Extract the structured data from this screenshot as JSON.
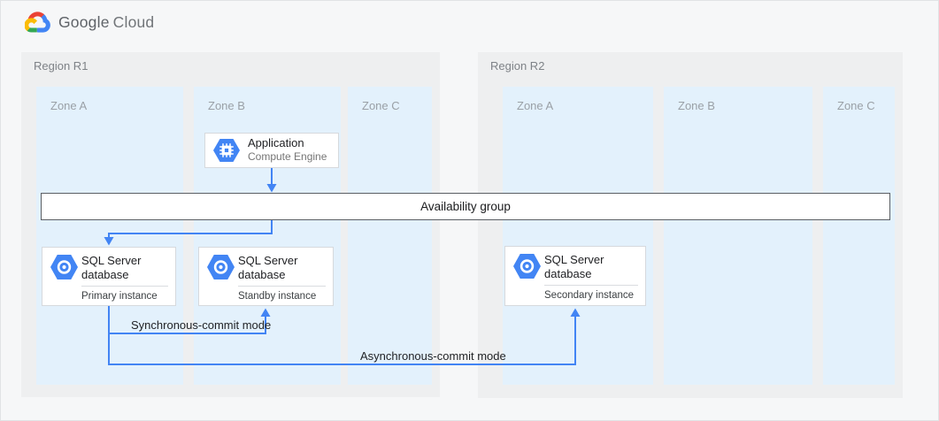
{
  "header": {
    "logo": {
      "google": "Google",
      "cloud": "Cloud"
    }
  },
  "regions": [
    {
      "label": "Region R1",
      "zones": [
        {
          "label": "Zone A"
        },
        {
          "label": "Zone B"
        },
        {
          "label": "Zone C"
        }
      ]
    },
    {
      "label": "Region R2",
      "zones": [
        {
          "label": "Zone A"
        },
        {
          "label": "Zone B"
        },
        {
          "label": "Zone C"
        }
      ]
    }
  ],
  "availability_group": {
    "label": "Availability group"
  },
  "cards": {
    "application": {
      "title": "Application",
      "subtitle": "Compute Engine",
      "icon": "compute-engine-icon"
    },
    "primary": {
      "title": "SQL Server database",
      "subtitle": "Primary instance",
      "icon": "sql-server-database-icon"
    },
    "standby": {
      "title": "SQL Server database",
      "subtitle": "Standby instance",
      "icon": "sql-server-database-icon"
    },
    "secondary": {
      "title": "SQL Server database",
      "subtitle": "Secondary instance",
      "icon": "sql-server-database-icon"
    }
  },
  "connections": {
    "sync": {
      "label": "Synchronous-commit mode"
    },
    "async": {
      "label": "Asynchronous-commit mode"
    }
  },
  "colors": {
    "connector_blue": "#4284F4",
    "icon_blue": "#4285F4",
    "zone_bg": "#E3F1FC",
    "region_bg": "#EEEFF0",
    "availability_border": "#5A5E63",
    "logo_red": "#EA4335",
    "logo_blue": "#4285F4",
    "logo_green": "#34A853",
    "logo_yellow": "#FBBC05"
  }
}
